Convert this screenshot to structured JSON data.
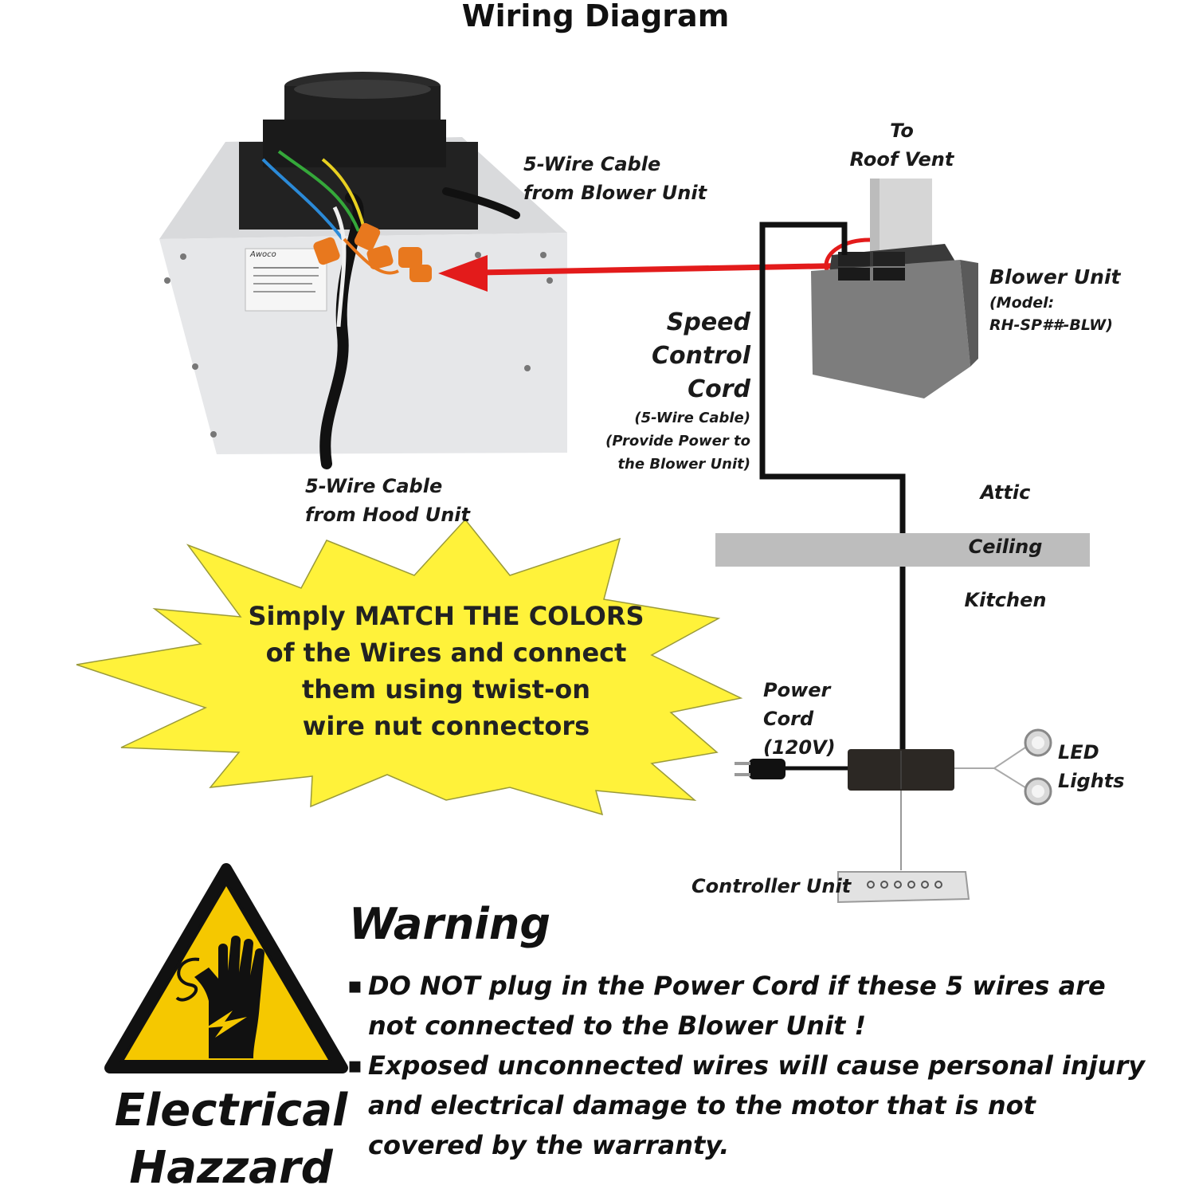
{
  "title": "Wiring Diagram",
  "labels": {
    "cable_blower_line1": "5-Wire Cable",
    "cable_blower_line2": "from Blower Unit",
    "cable_hood_line1": "5-Wire Cable",
    "cable_hood_line2": "from Hood Unit",
    "roof_line1": "To",
    "roof_line2": "Roof Vent",
    "blower_unit": "Blower Unit",
    "blower_model_line1": "(Model:",
    "blower_model_line2": "RH-SP##-BLW)",
    "speed_line1": "Speed",
    "speed_line2": "Control",
    "speed_line3": "Cord",
    "speed_sub1": "(5-Wire Cable)",
    "speed_sub2": "(Provide Power to",
    "speed_sub3": "the Blower Unit)",
    "attic": "Attic",
    "ceiling": "Ceiling",
    "kitchen": "Kitchen",
    "power_line1": "Power",
    "power_line2": "Cord",
    "power_line3": "(120V)",
    "led_line1": "LED",
    "led_line2": "Lights",
    "controller": "Controller Unit",
    "hood_label_brand": "Awoco"
  },
  "burst": {
    "line1": "Simply MATCH THE COLORS",
    "line2": "of the Wires and connect",
    "line3": "them using twist-on",
    "line4": "wire nut connectors"
  },
  "warning": {
    "title": "Warning",
    "bullet1": "DO NOT plug in the Power Cord if these 5 wires are not connected to the Blower Unit !",
    "bullet2": "Exposed unconnected wires will cause personal injury and electrical damage to the motor that is not covered by the warranty."
  },
  "hazard": {
    "line1": "Electrical",
    "line2": "Hazzard"
  },
  "colors": {
    "arrow": "#e31b1b",
    "burst": "#fff23a",
    "hazard_yellow": "#f5c800",
    "ceiling_band": "#bdbdbd",
    "cord": "#111111",
    "wire_nut": "#e8781e"
  }
}
